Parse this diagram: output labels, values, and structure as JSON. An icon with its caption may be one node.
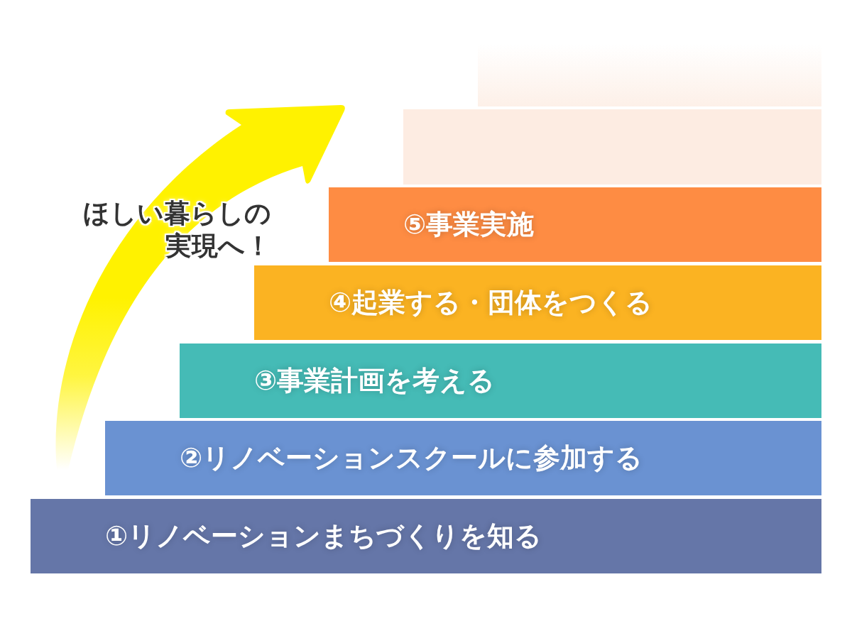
{
  "diagram": {
    "nodes": [
      {
        "text": [
          "①リノベーションまちづくりを知る"
        ]
      },
      {
        "text": [
          "②リノベーションスクールに参加する"
        ]
      },
      {
        "text": [
          "③事業計画を考える"
        ]
      },
      {
        "text": [
          "④起業する・団体をつくる"
        ]
      },
      {
        "text": [
          "⑤事業実施"
        ]
      },
      {
        "text": [],
        "shape": "bar"
      },
      {
        "text": [],
        "shape": "bar"
      }
    ],
    "labels": [
      "ほしい暮らしの実現へ！"
    ]
  }
}
